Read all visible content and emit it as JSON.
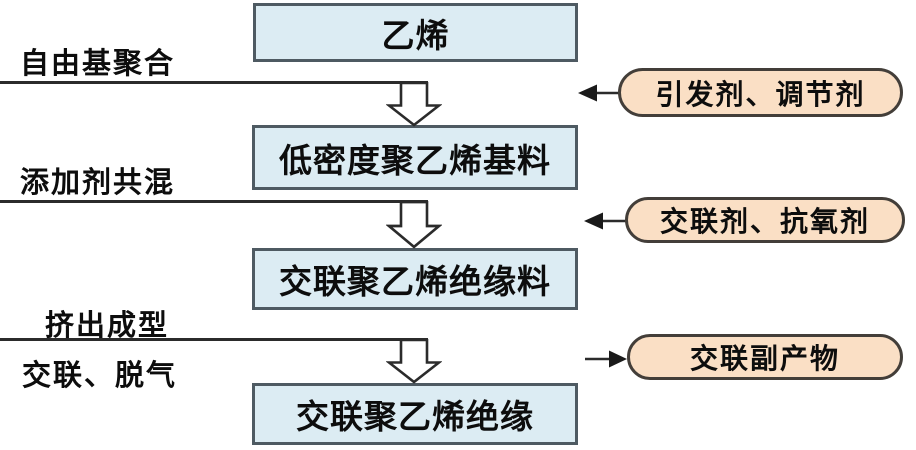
{
  "flow": {
    "stages": [
      {
        "label": "乙烯"
      },
      {
        "label": "低密度聚乙烯基料"
      },
      {
        "label": "交联聚乙烯绝缘料"
      },
      {
        "label": "交联聚乙烯绝缘"
      }
    ],
    "steps": [
      {
        "label": "自由基聚合"
      },
      {
        "label": "添加剂共混"
      },
      {
        "label": "挤出成型"
      },
      {
        "label": "交联、脱气"
      }
    ],
    "side_items": [
      {
        "label": "引发剂、调节剂",
        "direction": "in"
      },
      {
        "label": "交联剂、抗氧剂",
        "direction": "in"
      },
      {
        "label": "交联副产物",
        "direction": "out"
      }
    ],
    "colors": {
      "stage_fill": "#dcecf3",
      "stage_border": "#4e5a62",
      "side_fill": "#fadfc5",
      "side_border": "#433e39",
      "line": "#2b2b2b",
      "text": "#0d0d0d"
    }
  }
}
